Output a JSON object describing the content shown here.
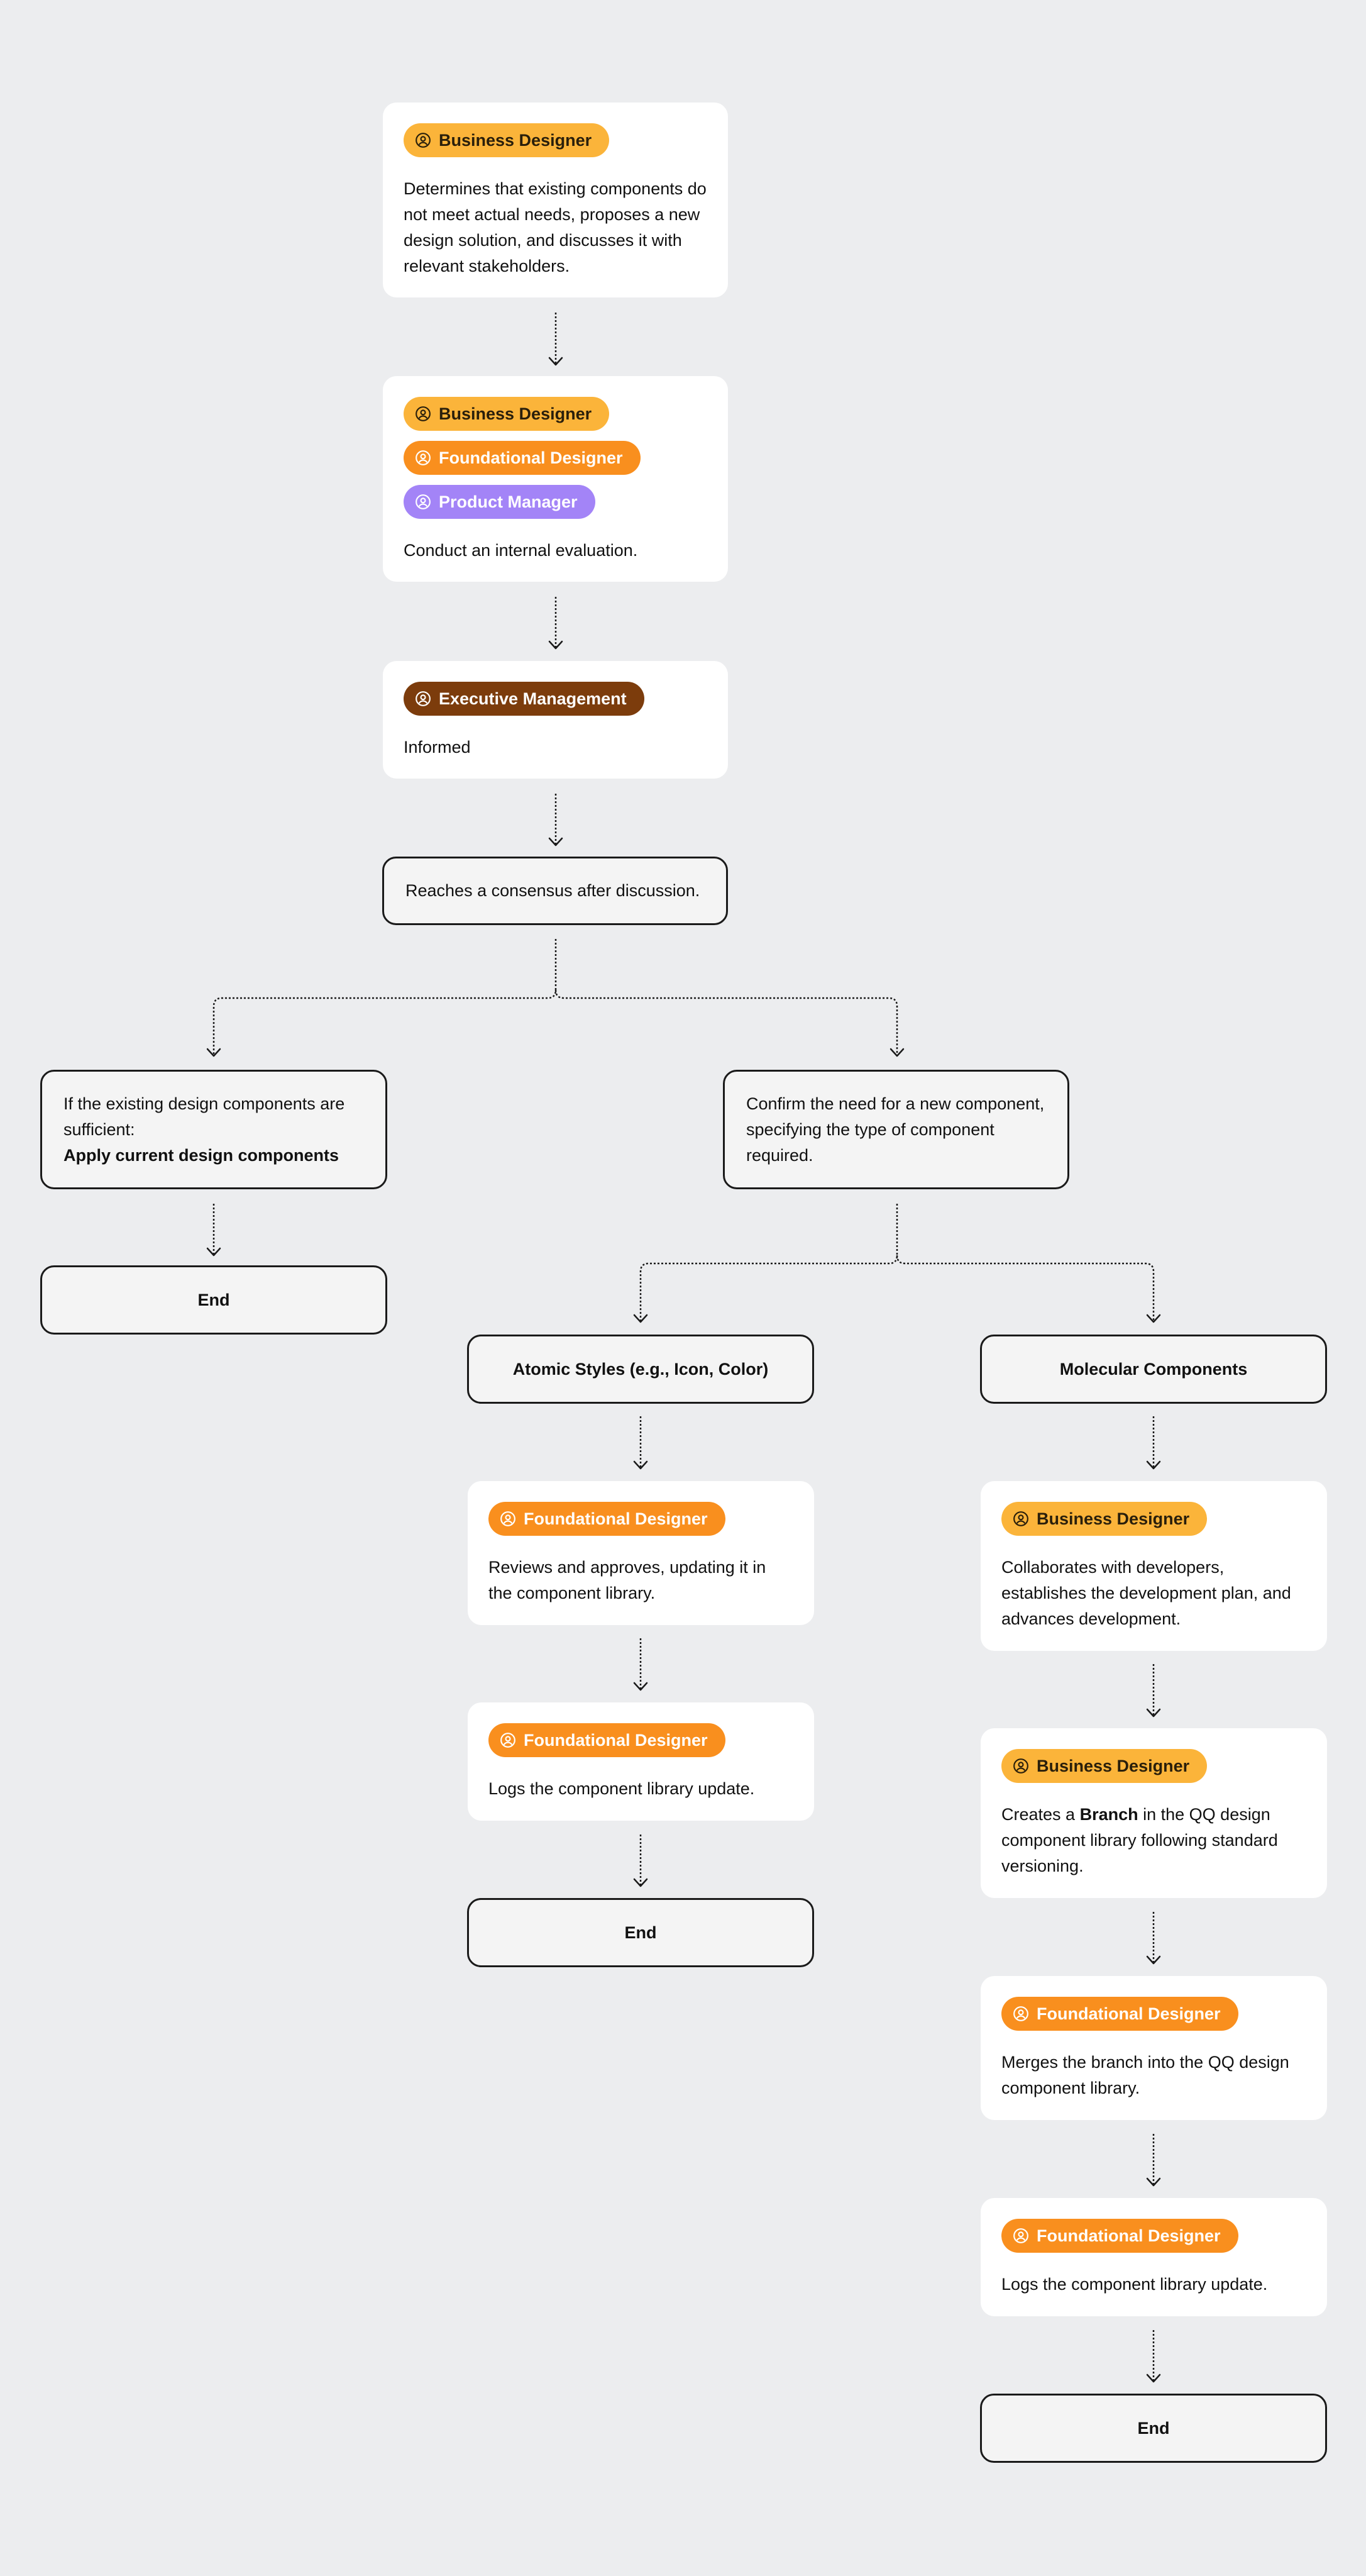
{
  "roles": {
    "business": "Business Designer",
    "foundational": "Foundational Designer",
    "product": "Product Manager",
    "executive": "Executive Management"
  },
  "role_colors": {
    "business": "#FBB43A",
    "foundational": "#F98F1E",
    "product": "#A384F7",
    "executive": "#7C3C0C"
  },
  "steps": {
    "propose": "Determines that existing components do not meet actual needs, proposes a new design solution, and discusses it with relevant stakeholders.",
    "evaluate": "Conduct an internal evaluation.",
    "informed": "Informed",
    "consensus": "Reaches a consensus after discussion.",
    "sufficient_condition": "If the existing design components are sufficient:",
    "sufficient_action": "Apply current design components",
    "confirm_need": "Confirm the need for a new component, specifying the type of component required.",
    "atomic": "Atomic Styles (e.g., Icon, Color)",
    "molecular": "Molecular Components",
    "atomic_review": "Reviews and approves, updating it in the component library.",
    "atomic_log": "Logs the component library update.",
    "mol_collab": "Collaborates with developers, establishes the development plan, and advances development.",
    "mol_branch_pre": "Creates a",
    "mol_branch_word": "Branch",
    "mol_branch_post": "in the QQ design component library following standard versioning.",
    "mol_merge": "Merges the branch into the QQ design component library.",
    "mol_log": "Logs the component library update.",
    "end": "End"
  },
  "icons": {
    "role_badge": "user-circle-icon",
    "connector_arrow": "arrow-down-icon"
  }
}
